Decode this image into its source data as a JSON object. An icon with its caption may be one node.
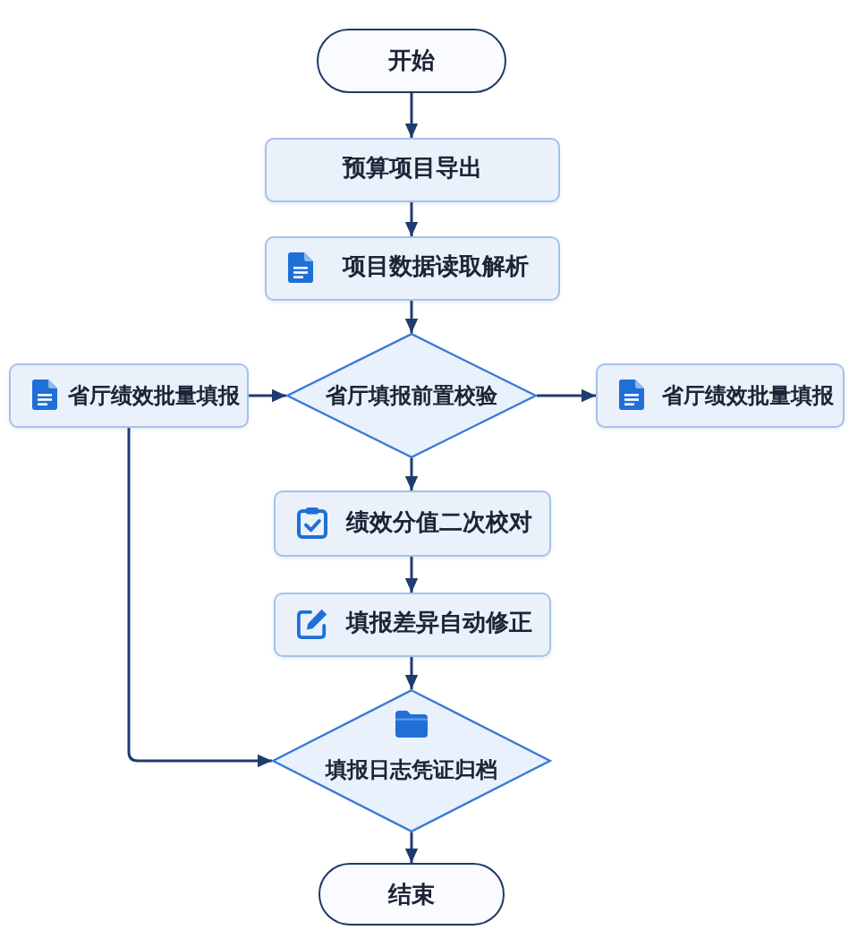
{
  "diagram": {
    "nodes": [
      {
        "text": [
          "开始"
        ]
      },
      {
        "text": [
          "预算项目导出"
        ]
      },
      {
        "text": [
          "项目数据读取解析"
        ]
      },
      {
        "text": [
          "省厅绩效批量填报"
        ]
      },
      {
        "text": [
          "省厅填报前置校验"
        ]
      },
      {
        "text": [
          "省厅绩效批量填报"
        ]
      },
      {
        "text": [
          "绩效分值二次校对"
        ]
      },
      {
        "text": [
          "填报差异自动修正"
        ]
      },
      {
        "text": [
          "填报日志凭证归档"
        ]
      },
      {
        "text": [
          "结束"
        ]
      }
    ],
    "edges": [
      {
        "from": 0,
        "to": 1,
        "arrow": "to"
      },
      {
        "from": 1,
        "to": 2,
        "arrow": "to"
      },
      {
        "from": 2,
        "to": 4,
        "arrow": "to"
      },
      {
        "from": 3,
        "to": 4,
        "arrow": "to"
      },
      {
        "from": 4,
        "to": 5,
        "arrow": "to"
      },
      {
        "from": 4,
        "to": 6,
        "arrow": "to"
      },
      {
        "from": 6,
        "to": 7,
        "arrow": "to"
      },
      {
        "from": 7,
        "to": 8,
        "arrow": "to"
      },
      {
        "from": 3,
        "to": 8,
        "arrow": "to"
      },
      {
        "from": 8,
        "to": 9,
        "arrow": "to"
      }
    ]
  }
}
